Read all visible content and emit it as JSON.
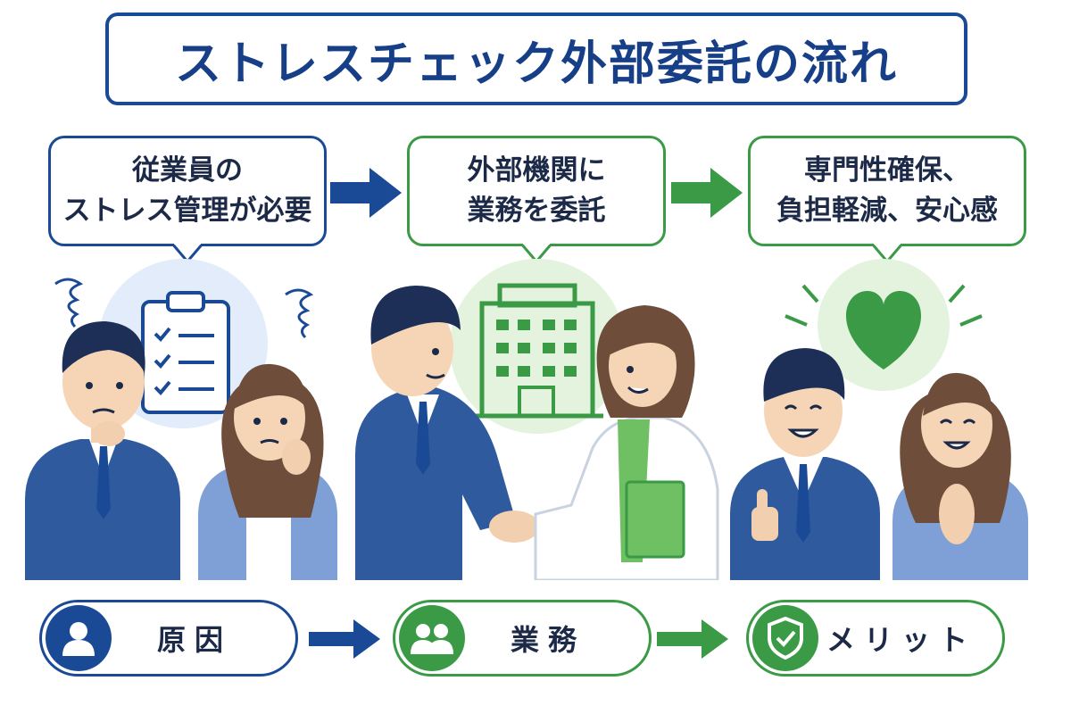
{
  "title": "ストレスチェック外部委託の流れ",
  "bubbles": [
    {
      "line1": "従業員の",
      "line2": "ストレス管理が必要"
    },
    {
      "line1": "外部機関に",
      "line2": "業務を委託"
    },
    {
      "line1": "専門性確保、",
      "line2": "負担軽減、安心感"
    }
  ],
  "steps": [
    {
      "label": "原因",
      "icon": "person-icon"
    },
    {
      "label": "業務",
      "icon": "group-icon"
    },
    {
      "label": "メリット",
      "icon": "shield-check-icon"
    }
  ],
  "colors": {
    "blue": "#1a4a96",
    "green": "#3a9a45",
    "light_green": "#e3f3dd",
    "light_blue": "#e2ecfa"
  }
}
